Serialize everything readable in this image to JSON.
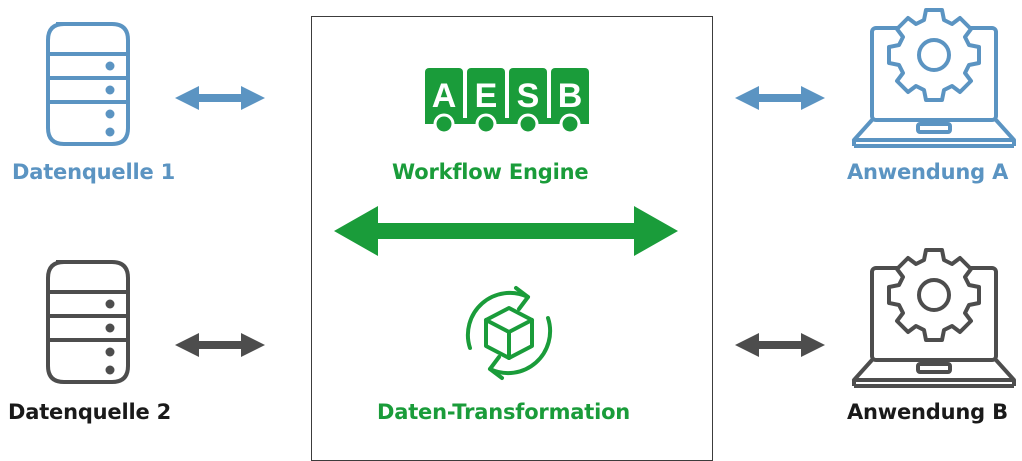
{
  "colors": {
    "blue": "#5b94c2",
    "gray": "#4d4d4d",
    "green": "#1a9c3a"
  },
  "center": {
    "logo_letters": [
      "A",
      "E",
      "S",
      "B"
    ],
    "workflow_label": "Workflow Engine",
    "transform_label": "Daten-Transformation"
  },
  "left": {
    "source1_label": "Datenquelle 1",
    "source2_label": "Datenquelle 2"
  },
  "right": {
    "appA_label": "Anwendung A",
    "appB_label": "Anwendung B"
  },
  "icons": {
    "source1": "database-icon",
    "source2": "database-icon",
    "appA": "laptop-gear-icon",
    "appB": "laptop-gear-icon",
    "transform": "cycle-cube-icon"
  }
}
